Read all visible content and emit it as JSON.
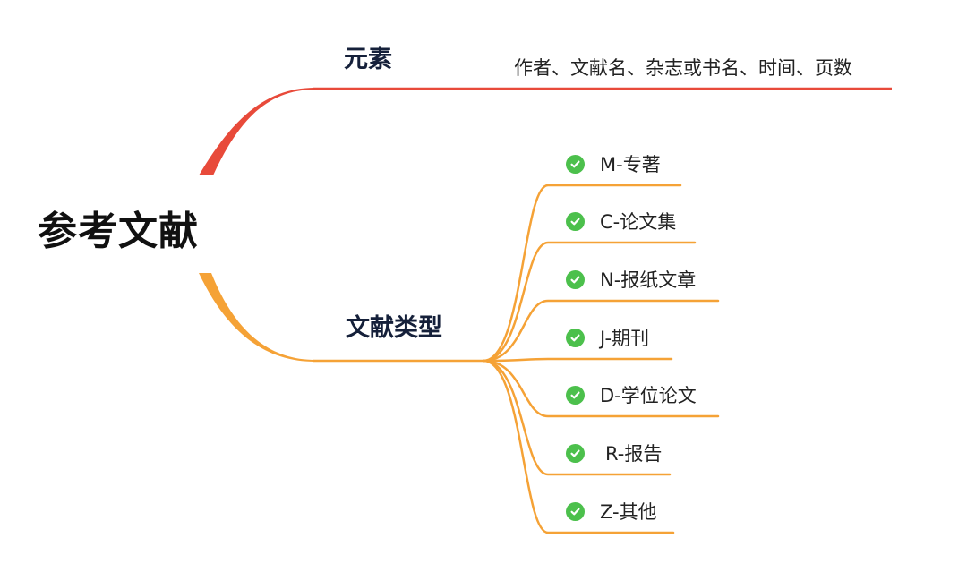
{
  "root": {
    "title": "参考文献"
  },
  "branches": [
    {
      "label": "元素",
      "color": "#e84a3a",
      "detail": "作者、文献名、杂志或书名、时间、页数"
    },
    {
      "label": "文献类型",
      "color": "#f5a236",
      "items": [
        {
          "label": "M-专著",
          "check_icon": "check-circle-icon"
        },
        {
          "label": "C-论文集",
          "check_icon": "check-circle-icon"
        },
        {
          "label": "N-报纸文章",
          "check_icon": "check-circle-icon"
        },
        {
          "label": "J-期刊",
          "check_icon": "check-circle-icon"
        },
        {
          "label": "D-学位论文",
          "check_icon": "check-circle-icon"
        },
        {
          "label": "R-报告",
          "check_icon": "check-circle-icon"
        },
        {
          "label": "Z-其他",
          "check_icon": "check-circle-icon"
        }
      ]
    }
  ],
  "colors": {
    "check_green": "#4cc04c"
  }
}
